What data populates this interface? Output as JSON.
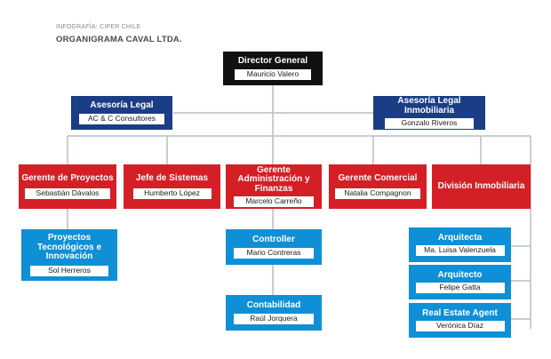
{
  "header": {
    "credit": "INFOGRAFÍA: CIPER CHILE",
    "title": "ORGANIGRAMA CAVAL LTDA."
  },
  "colors": {
    "director": "#111111",
    "legal": "#1b3d86",
    "managers": "#d51f26",
    "subordinates": "#0f8fd6",
    "connector": "#b9bcc8"
  },
  "nodes": {
    "director": {
      "role": "Director General",
      "name": "Mauricio Valero"
    },
    "legal": {
      "role": "Asesoría Legal",
      "name": "AC & C Consultores"
    },
    "legal_realestate": {
      "role": "Asesoría Legal Inmobiliaria",
      "name": "Gonzalo Riveros"
    },
    "projects_manager": {
      "role": "Gerente de Proyectos",
      "name": "Sebastián Dávalos"
    },
    "systems_head": {
      "role": "Jefe de Sistemas",
      "name": "Humberto López"
    },
    "admin_finance_manager": {
      "role": "Gerente Administración y Finanzas",
      "name": "Marcelo Carreño"
    },
    "commercial_manager": {
      "role": "Gerente Comercial",
      "name": "Natalia Compagnon"
    },
    "realestate_division": {
      "role": "División Inmobiliaria"
    },
    "tech_projects": {
      "role": "Proyectos Tecnológicos e Innovación",
      "name": "Sol Herreros"
    },
    "controller": {
      "role": "Controller",
      "name": "Mario Contreras"
    },
    "accounting": {
      "role": "Contabilidad",
      "name": "Raúl Jorquera"
    },
    "architect_1": {
      "role": "Arquitecta",
      "name": "Ma. Luisa Valenzuela"
    },
    "architect_2": {
      "role": "Arquitecto",
      "name": "Felipe Gatta"
    },
    "real_estate_agent": {
      "role": "Real Estate Agent",
      "name": "Verónica Díaz"
    }
  }
}
